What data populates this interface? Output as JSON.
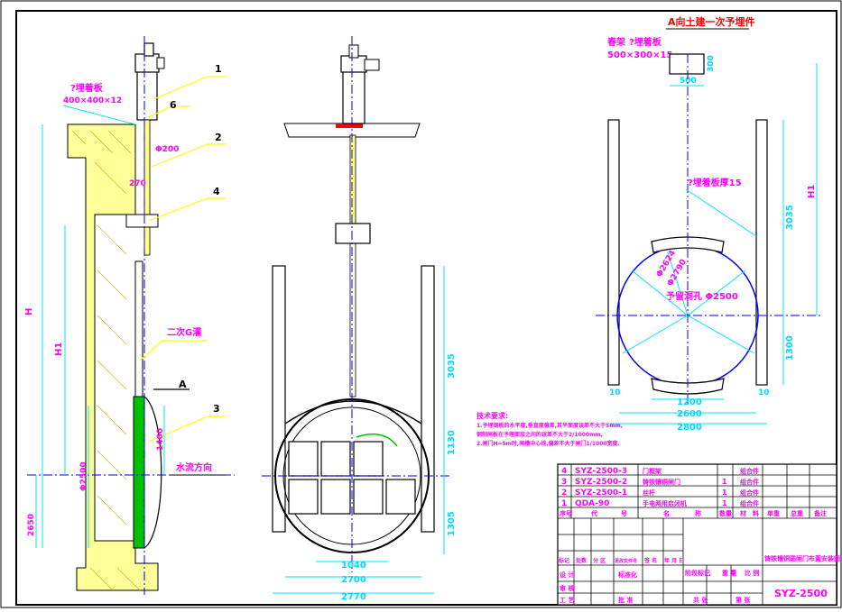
{
  "colors": {
    "outline": "#000000",
    "dimension": "#00e5ff",
    "leader": "#ffff00",
    "center_line": "#0000ff",
    "concrete": "#ffff66",
    "accent_red": "#ff0000",
    "accent_green": "#00c000",
    "hidden_line": "#ff00ff"
  },
  "view_a": {
    "title": "A向土建一次予埋件",
    "plate_label": "?埋着板",
    "plate_size": "500×300×15",
    "plate_prefix": "春架",
    "dim_300": "300",
    "dim_500": "500",
    "plate_15": "?埋着板厚15",
    "dim_h1": "H1",
    "dim_3035": "3035",
    "dim_1300": "1300",
    "dim_1200": "1200",
    "dim_2600": "2600",
    "dim_2800": "2800",
    "dim_10a": "10",
    "dim_10b": "10",
    "hole_label": "予留洞孔 Φ2500",
    "dim_phi2790": "Φ2790",
    "dim_phi2624": "Φ2624"
  },
  "view_side": {
    "plate_label": "?埋着板",
    "plate_size": "400×400×12",
    "dim_h": "H",
    "dim_h1": "H1",
    "dim_phi2500": "Φ2500",
    "dim_2650": "2650",
    "dim_1400": "1400",
    "dim_phi200": "Φ200",
    "dim_270": "270",
    "callout_1": "1",
    "callout_2": "2",
    "callout_3": "3",
    "callout_4": "4",
    "callout_6": "6",
    "grout_label": "二次G灌",
    "section_a": "A",
    "flow_label": "水流方向"
  },
  "view_front": {
    "dim_3035": "3035",
    "dim_1130": "1130",
    "dim_1305": "1305",
    "dim_1040": "1040",
    "dim_2700": "2700",
    "dim_2770": "2770"
  },
  "notes": {
    "title": "技术要求:",
    "line1": "1.予埋钢板的水平度,垂直度偏差,其平面度误差不大于5mm,",
    "line2": "   钢制闸板在予埋面层之间的误差不大于2/1000mm,",
    "line3": "2.闸门H=5m时,闸槽中心线,偏差不大于闸门1/1000宽度."
  },
  "bom": {
    "rows": [
      {
        "no": "4",
        "code": "SYZ-2500-3",
        "name": "门框架",
        "qty": "",
        "mat": "组合件"
      },
      {
        "no": "3",
        "code": "SYZ-2500-2",
        "name": "铸铁镶铜闸门",
        "qty": "1",
        "mat": "组合件"
      },
      {
        "no": "2",
        "code": "SYZ-2500-1",
        "name": "丝杆",
        "qty": "1",
        "mat": "组合件"
      },
      {
        "no": "1",
        "code": "QDA-90",
        "name": "手电两用启闭机",
        "qty": "1",
        "mat": "组合件"
      }
    ],
    "header": [
      "序号",
      "代",
      "号",
      "名",
      "称",
      "数量",
      "材",
      "料",
      "单重",
      "总重",
      "备注"
    ]
  },
  "title_block": {
    "drawing_title": "铸铁镶铜圆闸门布置安装图",
    "drawing_number": "SYZ-2500",
    "row_labels": [
      "标记",
      "处数",
      "分 区",
      "更改文件号",
      "签 名",
      "年 月 日"
    ],
    "design": "设 计",
    "standard": "标准化",
    "review": "审 核",
    "process": "工 艺",
    "approve": "批 准",
    "stage_mark": "阶段标记",
    "weight": "重 量",
    "scale": "比 例",
    "sheets": "共 张",
    "sheet": "第 张"
  }
}
